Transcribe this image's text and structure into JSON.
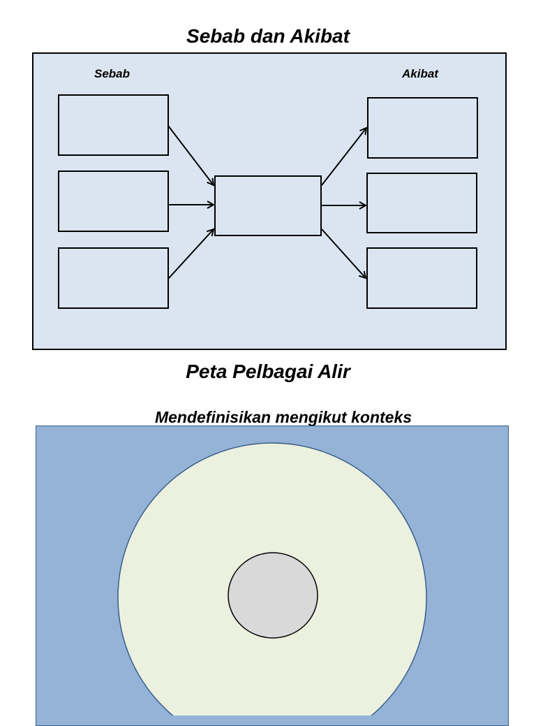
{
  "diagram1": {
    "title": "Sebab  dan Akibat",
    "cause_heading": "Sebab",
    "effect_heading": "Akibat",
    "colors": {
      "panel": "#dbe5f1",
      "border": "#000000"
    }
  },
  "diagram2": {
    "title": "Peta Pelbagai Alir",
    "subtitle": "Mendefinisikan  mengikut  konteks",
    "colors": {
      "panel": "#95b3d7",
      "outer_circle": "#ebf1de",
      "inner_circle": "#d9d9d9",
      "outline": "#385d8a"
    }
  }
}
